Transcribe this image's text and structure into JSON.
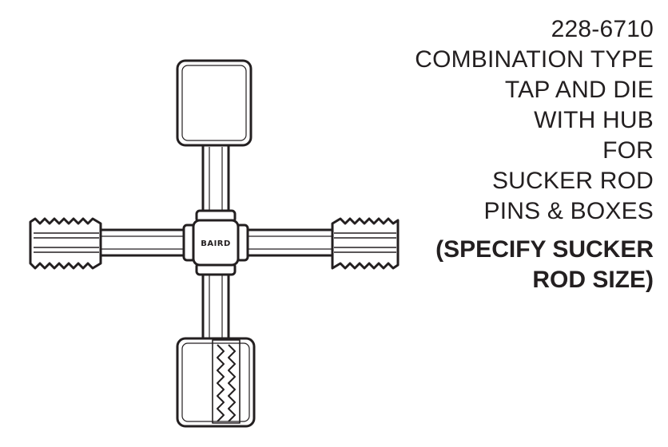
{
  "caption": {
    "part_number": "228-6710",
    "lines": [
      "COMBINATION TYPE",
      "TAP AND DIE",
      "WITH HUB",
      "FOR",
      "SUCKER ROD",
      "PINS & BOXES"
    ],
    "note_lines": [
      "(SPECIFY SUCKER",
      "ROD SIZE)"
    ]
  },
  "figure": {
    "hub_stamp": "BAIRD",
    "ink_color": "#231f20"
  }
}
